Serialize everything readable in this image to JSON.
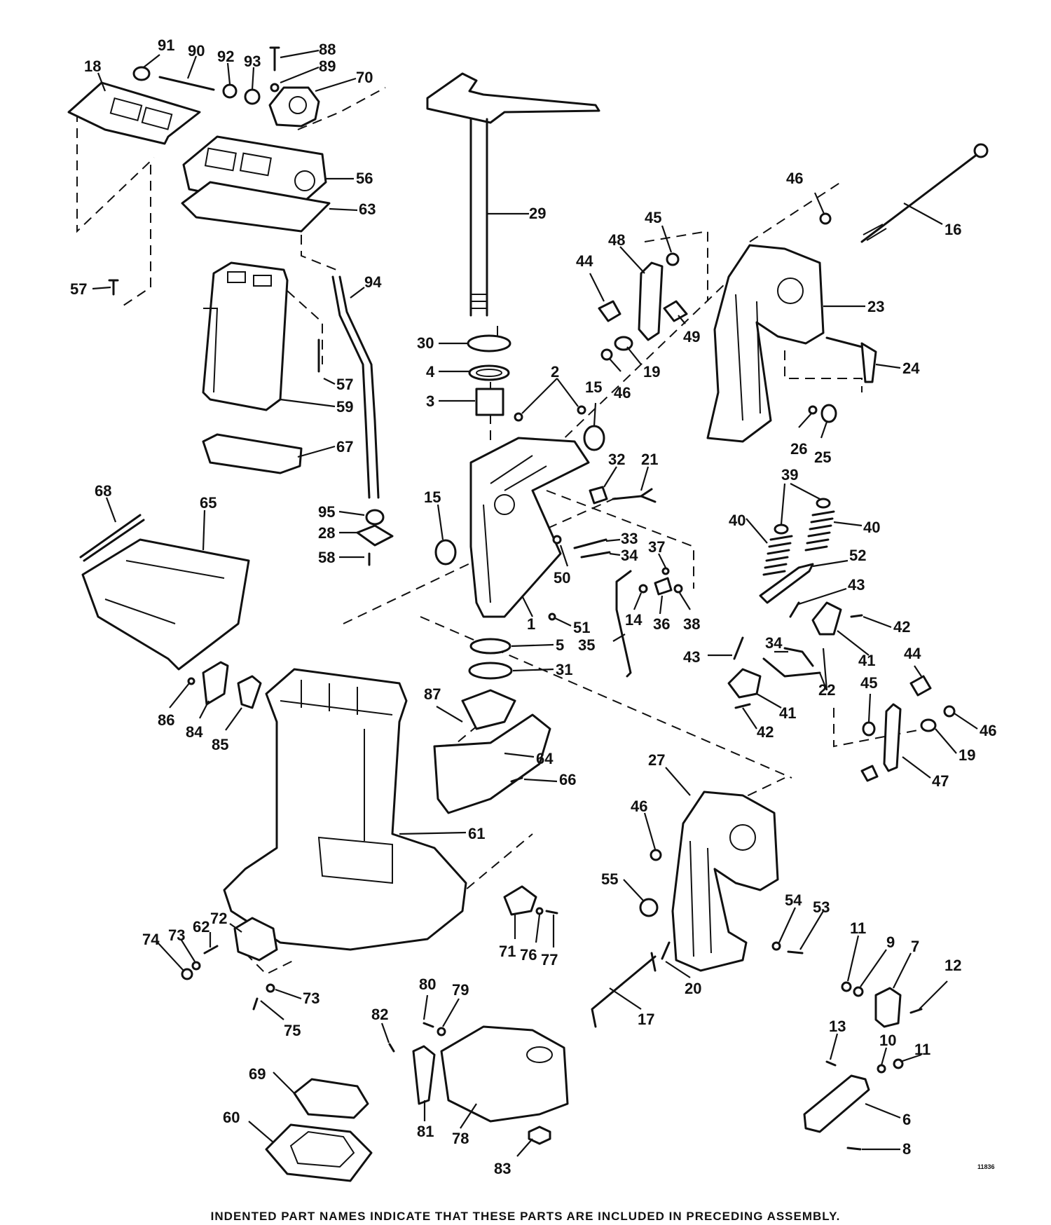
{
  "diagram": {
    "drawing_code": "11836",
    "footer_note": "INDENTED PART NAMES INDICATE THAT THESE PARTS ARE INCLUDED IN PRECEDING ASSEMBLY.",
    "callouts": [
      {
        "id": "c91",
        "text": "91"
      },
      {
        "id": "c90",
        "text": "90"
      },
      {
        "id": "c92",
        "text": "92"
      },
      {
        "id": "c93",
        "text": "93"
      },
      {
        "id": "c88",
        "text": "88"
      },
      {
        "id": "c89",
        "text": "89"
      },
      {
        "id": "c70",
        "text": "70"
      },
      {
        "id": "c18",
        "text": "18"
      },
      {
        "id": "c56",
        "text": "56"
      },
      {
        "id": "c63",
        "text": "63"
      },
      {
        "id": "c57a",
        "text": "57"
      },
      {
        "id": "c94",
        "text": "94"
      },
      {
        "id": "c57b",
        "text": "57"
      },
      {
        "id": "c59",
        "text": "59"
      },
      {
        "id": "c67",
        "text": "67"
      },
      {
        "id": "c68",
        "text": "68"
      },
      {
        "id": "c65",
        "text": "65"
      },
      {
        "id": "c95",
        "text": "95"
      },
      {
        "id": "c28",
        "text": "28"
      },
      {
        "id": "c58",
        "text": "58"
      },
      {
        "id": "c29",
        "text": "29"
      },
      {
        "id": "c30",
        "text": "30"
      },
      {
        "id": "c4",
        "text": "4"
      },
      {
        "id": "c3",
        "text": "3"
      },
      {
        "id": "c2",
        "text": "2"
      },
      {
        "id": "c15a",
        "text": "15"
      },
      {
        "id": "c15b",
        "text": "15"
      },
      {
        "id": "c32",
        "text": "32"
      },
      {
        "id": "c21",
        "text": "21"
      },
      {
        "id": "c33",
        "text": "33"
      },
      {
        "id": "c34a",
        "text": "34"
      },
      {
        "id": "c37",
        "text": "37"
      },
      {
        "id": "c50",
        "text": "50"
      },
      {
        "id": "c14",
        "text": "14"
      },
      {
        "id": "c36",
        "text": "36"
      },
      {
        "id": "c38",
        "text": "38"
      },
      {
        "id": "c1",
        "text": "1"
      },
      {
        "id": "c51",
        "text": "51"
      },
      {
        "id": "c5",
        "text": "5"
      },
      {
        "id": "c35",
        "text": "35"
      },
      {
        "id": "c31",
        "text": "31"
      },
      {
        "id": "c46a",
        "text": "46"
      },
      {
        "id": "c16",
        "text": "16"
      },
      {
        "id": "c45a",
        "text": "45"
      },
      {
        "id": "c48",
        "text": "48"
      },
      {
        "id": "c44a",
        "text": "44"
      },
      {
        "id": "c49",
        "text": "49"
      },
      {
        "id": "c19a",
        "text": "19"
      },
      {
        "id": "c46b",
        "text": "46"
      },
      {
        "id": "c23",
        "text": "23"
      },
      {
        "id": "c24",
        "text": "24"
      },
      {
        "id": "c26",
        "text": "26"
      },
      {
        "id": "c25",
        "text": "25"
      },
      {
        "id": "c39",
        "text": "39"
      },
      {
        "id": "c40a",
        "text": "40"
      },
      {
        "id": "c40b",
        "text": "40"
      },
      {
        "id": "c52",
        "text": "52"
      },
      {
        "id": "c43a",
        "text": "43"
      },
      {
        "id": "c42a",
        "text": "42"
      },
      {
        "id": "c34b",
        "text": "34"
      },
      {
        "id": "c41a",
        "text": "41"
      },
      {
        "id": "c43b",
        "text": "43"
      },
      {
        "id": "c22",
        "text": "22"
      },
      {
        "id": "c41b",
        "text": "41"
      },
      {
        "id": "c42b",
        "text": "42"
      },
      {
        "id": "c44b",
        "text": "44"
      },
      {
        "id": "c45b",
        "text": "45"
      },
      {
        "id": "c46c",
        "text": "46"
      },
      {
        "id": "c19b",
        "text": "19"
      },
      {
        "id": "c47",
        "text": "47"
      },
      {
        "id": "c87",
        "text": "87"
      },
      {
        "id": "c64",
        "text": "64"
      },
      {
        "id": "c66",
        "text": "66"
      },
      {
        "id": "c86",
        "text": "86"
      },
      {
        "id": "c84",
        "text": "84"
      },
      {
        "id": "c85",
        "text": "85"
      },
      {
        "id": "c61",
        "text": "61"
      },
      {
        "id": "c27",
        "text": "27"
      },
      {
        "id": "c46d",
        "text": "46"
      },
      {
        "id": "c55",
        "text": "55"
      },
      {
        "id": "c54",
        "text": "54"
      },
      {
        "id": "c53",
        "text": "53"
      },
      {
        "id": "c71",
        "text": "71"
      },
      {
        "id": "c76",
        "text": "76"
      },
      {
        "id": "c77",
        "text": "77"
      },
      {
        "id": "c72",
        "text": "72"
      },
      {
        "id": "c62",
        "text": "62"
      },
      {
        "id": "c73a",
        "text": "73"
      },
      {
        "id": "c74",
        "text": "74"
      },
      {
        "id": "c73b",
        "text": "73"
      },
      {
        "id": "c75",
        "text": "75"
      },
      {
        "id": "c20",
        "text": "20"
      },
      {
        "id": "c17",
        "text": "17"
      },
      {
        "id": "c11a",
        "text": "11"
      },
      {
        "id": "c9",
        "text": "9"
      },
      {
        "id": "c7",
        "text": "7"
      },
      {
        "id": "c12",
        "text": "12"
      },
      {
        "id": "c13",
        "text": "13"
      },
      {
        "id": "c10",
        "text": "10"
      },
      {
        "id": "c11b",
        "text": "11"
      },
      {
        "id": "c6",
        "text": "6"
      },
      {
        "id": "c8",
        "text": "8"
      },
      {
        "id": "c80",
        "text": "80"
      },
      {
        "id": "c79",
        "text": "79"
      },
      {
        "id": "c82",
        "text": "82"
      },
      {
        "id": "c81",
        "text": "81"
      },
      {
        "id": "c78",
        "text": "78"
      },
      {
        "id": "c83",
        "text": "83"
      },
      {
        "id": "c69",
        "text": "69"
      },
      {
        "id": "c60",
        "text": "60"
      }
    ]
  }
}
